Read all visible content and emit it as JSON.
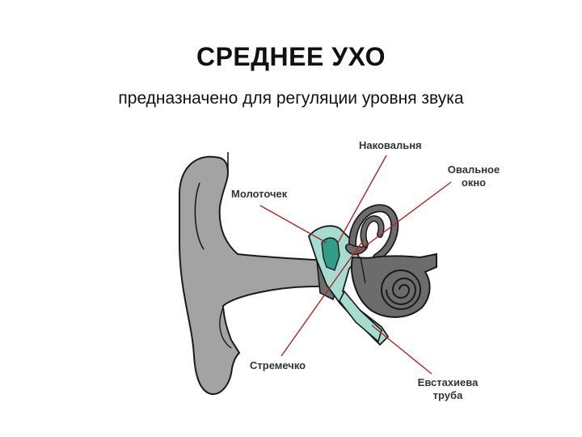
{
  "title": "СРЕДНЕЕ УХО",
  "subtitle": "предназначено для регуляции уровня звука",
  "labels": {
    "molotochek": "Молоточек",
    "nakovalnya": "Наковальня",
    "ovalnoe_okno_1": "Овальное",
    "ovalnoe_okno_2": "окно",
    "stremechko": "Стремечко",
    "evstakhieva_1": "Евстахиева",
    "evstakhieva_2": "труба"
  },
  "colors": {
    "outer_ear": "#a3a3a3",
    "inner_structures": "#6c6c6c",
    "middle_ear": "#a6dccf",
    "ossicles": "#2f9d87",
    "pointer_lines": "#b22323",
    "outline": "#1a1a1a"
  }
}
